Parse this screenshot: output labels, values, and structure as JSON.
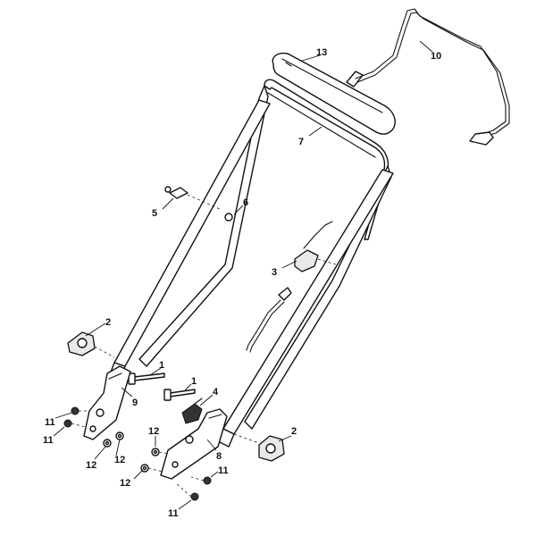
{
  "callouts": [
    {
      "id": "13",
      "text": "13"
    },
    {
      "id": "10",
      "text": "10"
    },
    {
      "id": "7",
      "text": "7"
    },
    {
      "id": "6",
      "text": "6"
    },
    {
      "id": "5",
      "text": "5"
    },
    {
      "id": "3",
      "text": "3"
    },
    {
      "id": "2a",
      "text": "2"
    },
    {
      "id": "1a",
      "text": "1"
    },
    {
      "id": "1b",
      "text": "1"
    },
    {
      "id": "9",
      "text": "9"
    },
    {
      "id": "4",
      "text": "4"
    },
    {
      "id": "11a",
      "text": "11"
    },
    {
      "id": "11b",
      "text": "11"
    },
    {
      "id": "12a",
      "text": "12"
    },
    {
      "id": "12b",
      "text": "12"
    },
    {
      "id": "12c",
      "text": "12"
    },
    {
      "id": "12d",
      "text": "12"
    },
    {
      "id": "8",
      "text": "8"
    },
    {
      "id": "11c",
      "text": "11"
    },
    {
      "id": "11d",
      "text": "11"
    },
    {
      "id": "2b",
      "text": "2"
    }
  ]
}
